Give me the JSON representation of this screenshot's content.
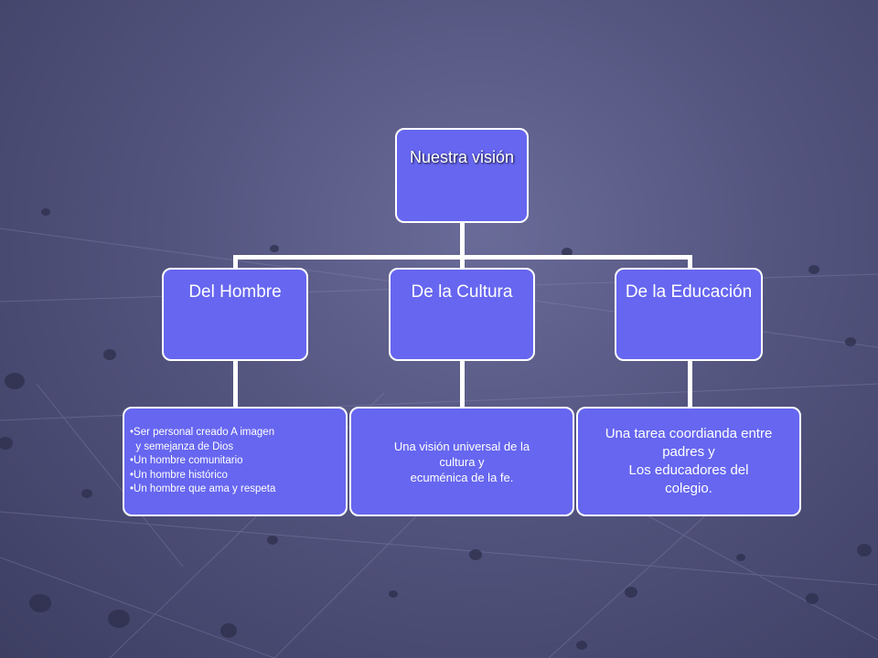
{
  "diagram": {
    "root": {
      "label": "Nuestra visión"
    },
    "branches": [
      {
        "label": "Del Hombre",
        "detail_lines": [
          "•Ser personal creado A imagen",
          "  y semejanza de Dios",
          "•Un hombre comunitario",
          "•Un hombre histórico",
          "•Un hombre que ama y respeta"
        ]
      },
      {
        "label": "De la Cultura",
        "detail_lines": [
          "Una visión universal de la",
          "cultura y",
          "ecuménica de la fe."
        ]
      },
      {
        "label": "De la Educación",
        "detail_lines": [
          "Una tarea coordianda entre",
          "padres y",
          "Los educadores del",
          "colegio."
        ]
      }
    ]
  },
  "colors": {
    "box_fill": "#6666f0",
    "box_border": "#ffffff",
    "connector": "#ffffff",
    "background": "#53547e"
  }
}
